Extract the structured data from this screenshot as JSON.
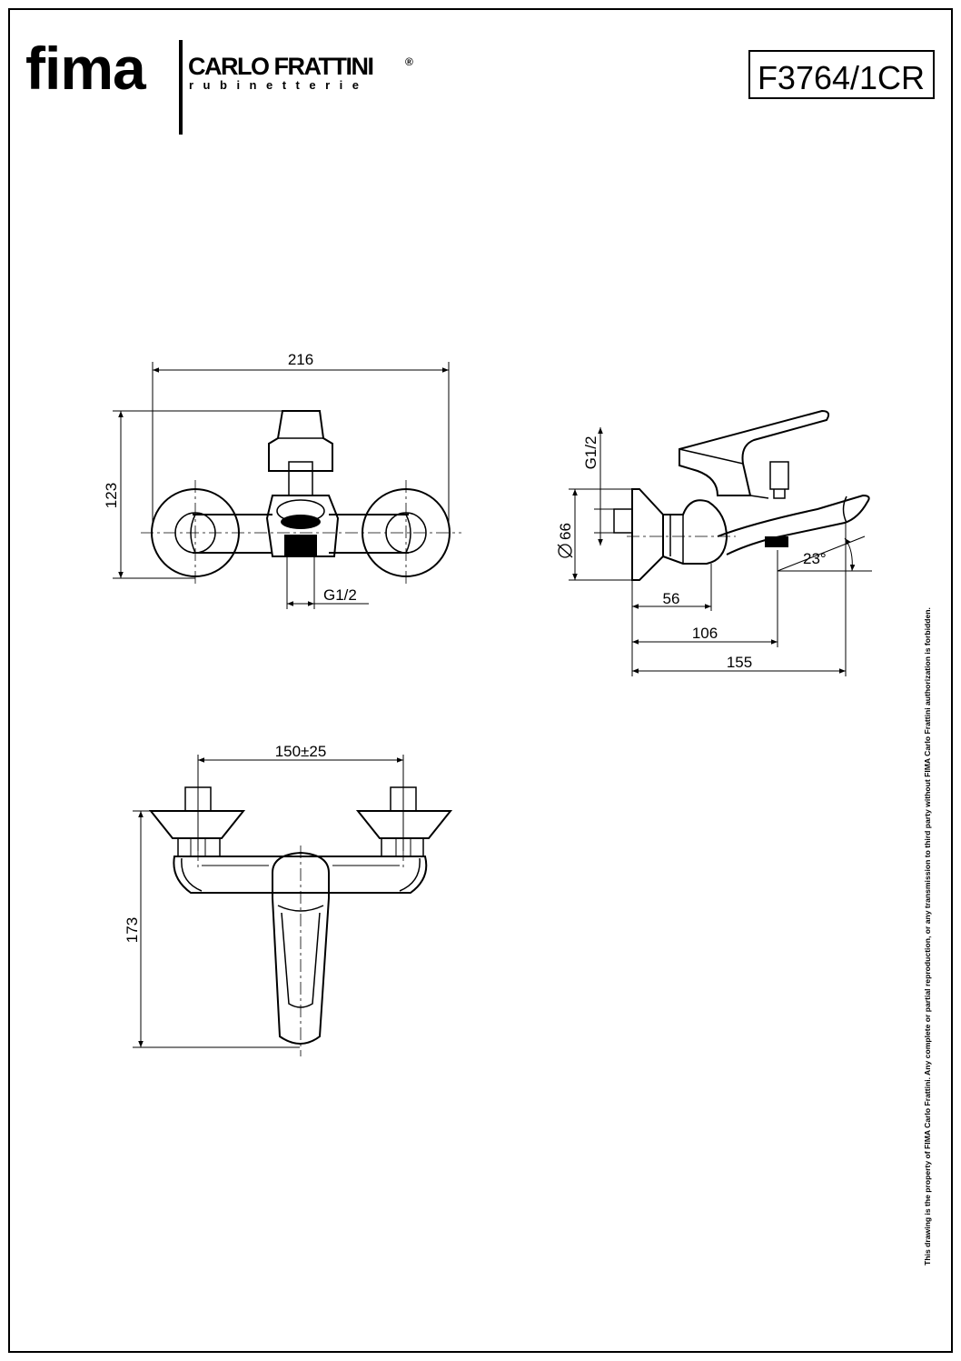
{
  "header": {
    "brand_main": "fima",
    "brand_sub": "CARLO FRATTINI",
    "brand_registered": "®",
    "brand_tagline": "rubinetterie",
    "model_code": "F3764/1CR"
  },
  "front_view": {
    "width_label": "216",
    "height_label": "123",
    "outlet_label": "G1/2"
  },
  "side_view": {
    "inlet_label": "G1/2",
    "diameter_label": "66",
    "depth_56_label": "56",
    "depth_106_label": "106",
    "depth_155_label": "155",
    "angle_label": "23°"
  },
  "top_view": {
    "spacing_label": "150±25",
    "height_label": "173"
  },
  "footer": {
    "disclaimer": "This drawing is the property of FIMA Carlo Frattini. Any complete or partial reproduction, or any transmission to third party without FIMA Carlo Frattini authorization is forbidden."
  }
}
